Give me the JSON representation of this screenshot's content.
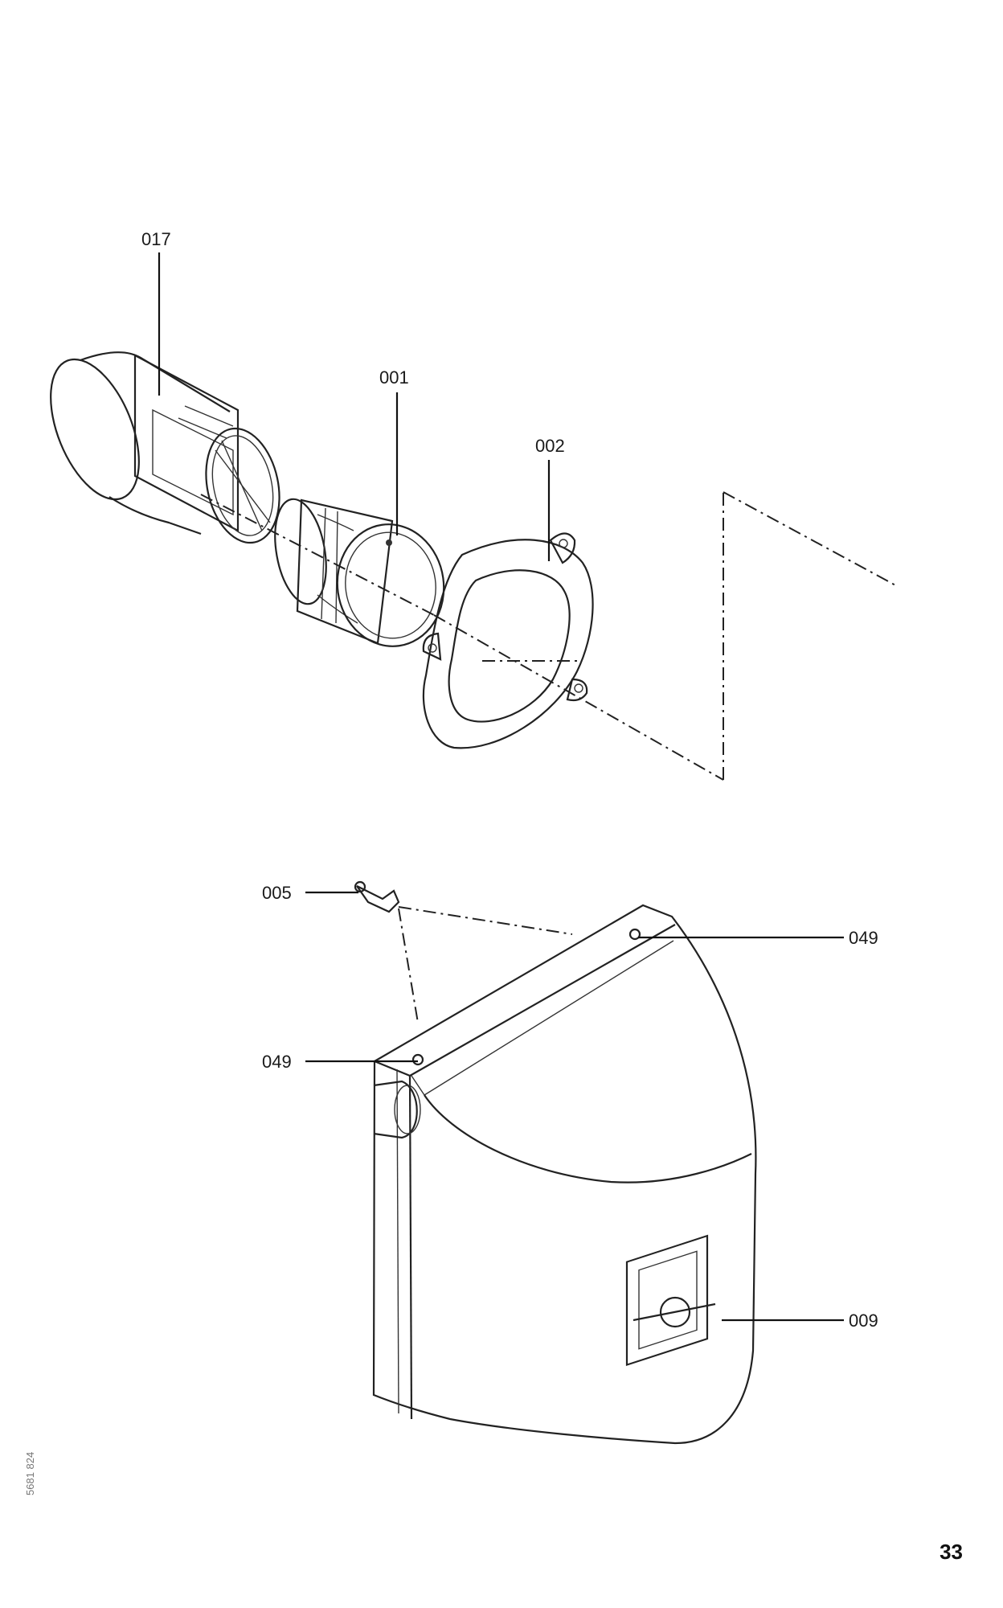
{
  "labels": {
    "burner_tube": "017",
    "nozzle_cone": "001",
    "flange_gasket": "002",
    "screw": "005",
    "plug_top_right": "049",
    "plug_top_left": "049",
    "burner_hood": "009"
  },
  "page_number": "33",
  "drawing_number": "5681 824",
  "colors": {
    "line": "#222222",
    "part_fill": "#f4f4f4",
    "gasket_fill": "#d9d9d9"
  }
}
